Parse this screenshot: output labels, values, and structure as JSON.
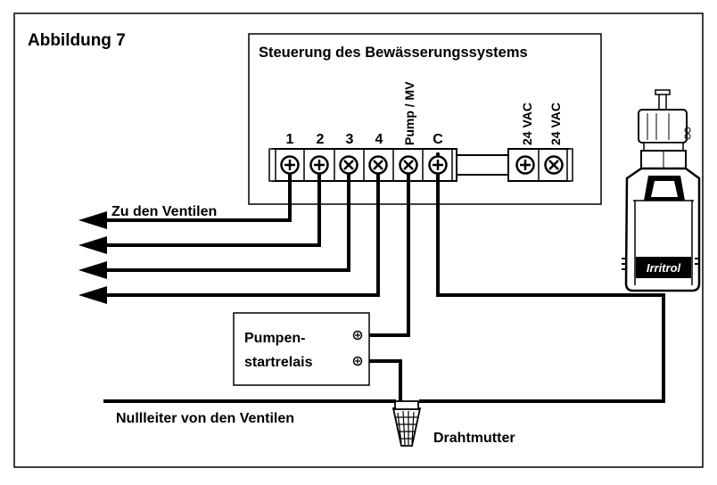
{
  "figure_label": "Abbildung 7",
  "controller": {
    "title": "Steuerung des Bewässerungssystems",
    "terminals": [
      "1",
      "2",
      "3",
      "4",
      "Pump / MV",
      "C",
      "24 VAC",
      "24 VAC"
    ]
  },
  "labels": {
    "to_valves": "Zu den Ventilen",
    "relay_line1": "Pumpen-",
    "relay_line2": "startrelais",
    "neutral": "Nullleiter von den Ventilen",
    "wire_nut": "Drahtmutter",
    "brand": "Irritrol"
  }
}
